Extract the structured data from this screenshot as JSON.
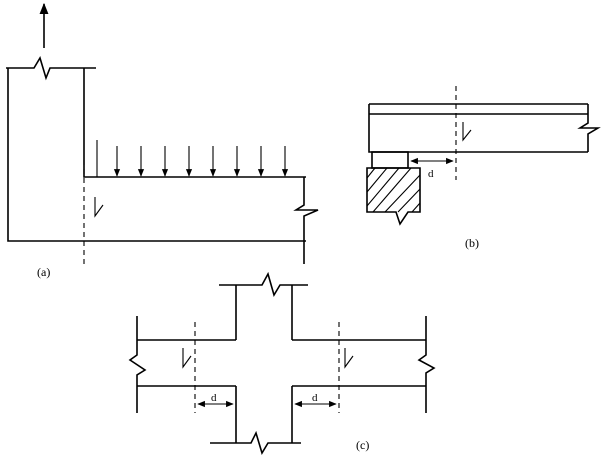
{
  "labels": {
    "a": "(a)",
    "b": "(b)",
    "c": "(c)",
    "dim_b": "d",
    "dim_c_left": "d",
    "dim_c_right": "d"
  }
}
